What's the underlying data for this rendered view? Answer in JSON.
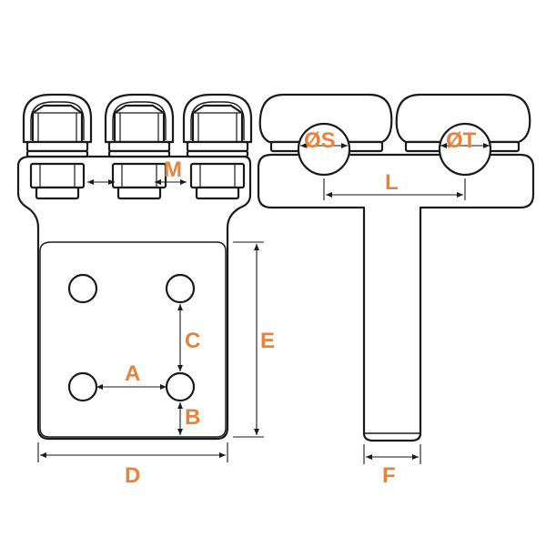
{
  "diagram": {
    "accent_color": "#E8823A",
    "line_color": "#1a1a1a",
    "labels": {
      "A": "A",
      "B": "B",
      "C": "C",
      "D": "D",
      "E": "E",
      "F": "F",
      "L": "L",
      "M": "M",
      "S": "ØS",
      "T": "ØT"
    }
  }
}
